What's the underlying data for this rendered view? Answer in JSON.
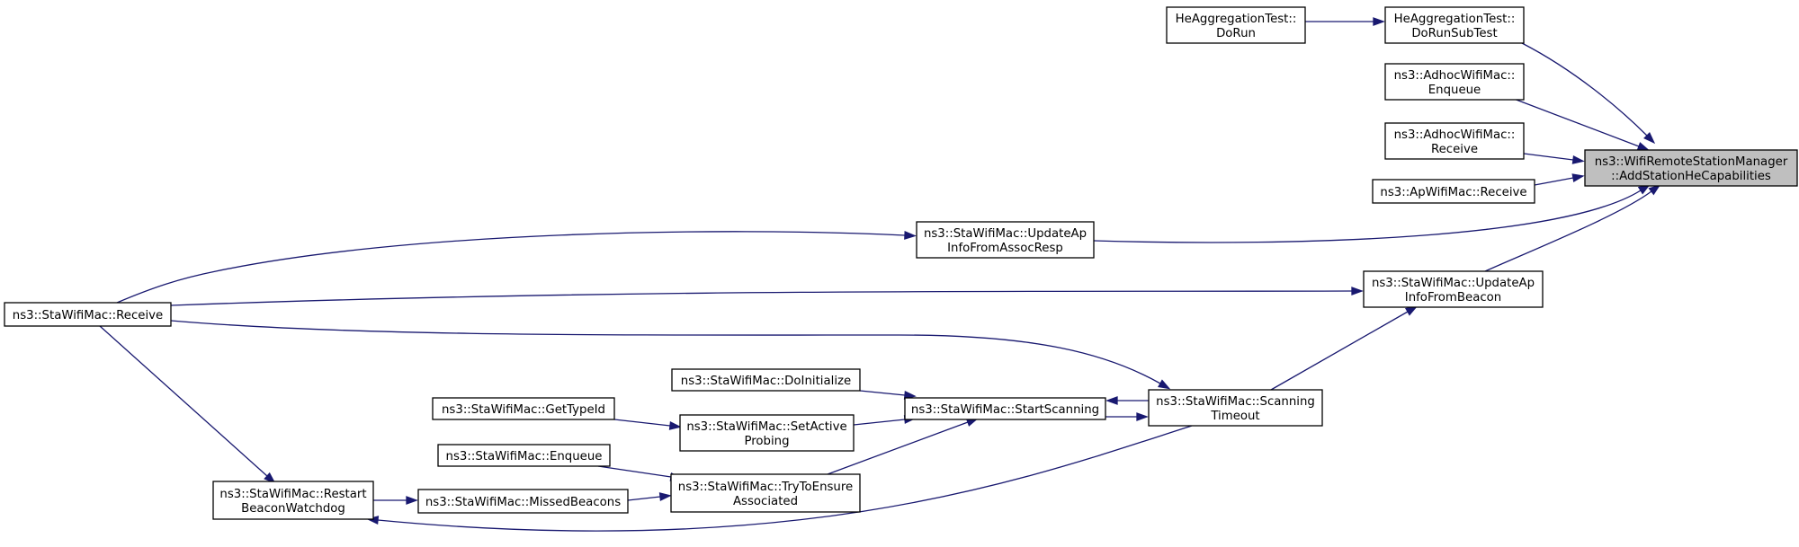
{
  "nodes": [
    {
      "id": "root",
      "lines": [
        "ns3::WifiRemoteStationManager",
        "::AddStationHeCapabilities"
      ],
      "highlight": true
    },
    {
      "id": "he_dorunsubtest",
      "lines": [
        "HeAggregationTest::",
        "DoRunSubTest"
      ]
    },
    {
      "id": "he_dorun",
      "lines": [
        "HeAggregationTest::",
        "DoRun"
      ]
    },
    {
      "id": "adhoc_enqueue",
      "lines": [
        "ns3::AdhocWifiMac::",
        "Enqueue"
      ]
    },
    {
      "id": "adhoc_receive",
      "lines": [
        "ns3::AdhocWifiMac::",
        "Receive"
      ]
    },
    {
      "id": "ap_receive",
      "lines": [
        "ns3::ApWifiMac::Receive"
      ]
    },
    {
      "id": "update_assoc",
      "lines": [
        "ns3::StaWifiMac::UpdateAp",
        "InfoFromAssocResp"
      ]
    },
    {
      "id": "update_beacon",
      "lines": [
        "ns3::StaWifiMac::UpdateAp",
        "InfoFromBeacon"
      ]
    },
    {
      "id": "sta_receive",
      "lines": [
        "ns3::StaWifiMac::Receive"
      ]
    },
    {
      "id": "scan_timeout",
      "lines": [
        "ns3::StaWifiMac::Scanning",
        "Timeout"
      ]
    },
    {
      "id": "start_scanning",
      "lines": [
        "ns3::StaWifiMac::StartScanning"
      ]
    },
    {
      "id": "do_initialize",
      "lines": [
        "ns3::StaWifiMac::DoInitialize"
      ]
    },
    {
      "id": "set_active",
      "lines": [
        "ns3::StaWifiMac::SetActive",
        "Probing"
      ]
    },
    {
      "id": "get_typeid",
      "lines": [
        "ns3::StaWifiMac::GetTypeId"
      ]
    },
    {
      "id": "try_ensure",
      "lines": [
        "ns3::StaWifiMac::TryToEnsure",
        "Associated"
      ]
    },
    {
      "id": "sta_enqueue",
      "lines": [
        "ns3::StaWifiMac::Enqueue"
      ]
    },
    {
      "id": "missed_beacons",
      "lines": [
        "ns3::StaWifiMac::MissedBeacons"
      ]
    },
    {
      "id": "restart_watchdog",
      "lines": [
        "ns3::StaWifiMac::Restart",
        "BeaconWatchdog"
      ]
    }
  ],
  "edges": [
    {
      "from": "he_dorunsubtest",
      "to": "root"
    },
    {
      "from": "he_dorun",
      "to": "he_dorunsubtest"
    },
    {
      "from": "adhoc_enqueue",
      "to": "root"
    },
    {
      "from": "adhoc_receive",
      "to": "root"
    },
    {
      "from": "ap_receive",
      "to": "root"
    },
    {
      "from": "update_assoc",
      "to": "root"
    },
    {
      "from": "update_beacon",
      "to": "root"
    },
    {
      "from": "sta_receive",
      "to": "update_assoc"
    },
    {
      "from": "sta_receive",
      "to": "update_beacon"
    },
    {
      "from": "scan_timeout",
      "to": "update_beacon"
    },
    {
      "from": "sta_receive",
      "to": "scan_timeout"
    },
    {
      "from": "scan_timeout",
      "to": "start_scanning"
    },
    {
      "from": "start_scanning",
      "to": "scan_timeout"
    },
    {
      "from": "do_initialize",
      "to": "start_scanning"
    },
    {
      "from": "set_active",
      "to": "start_scanning"
    },
    {
      "from": "try_ensure",
      "to": "start_scanning"
    },
    {
      "from": "get_typeid",
      "to": "set_active"
    },
    {
      "from": "sta_enqueue",
      "to": "try_ensure"
    },
    {
      "from": "missed_beacons",
      "to": "try_ensure"
    },
    {
      "from": "restart_watchdog",
      "to": "missed_beacons"
    },
    {
      "from": "sta_receive",
      "to": "restart_watchdog"
    },
    {
      "from": "scan_timeout",
      "to": "restart_watchdog"
    }
  ]
}
